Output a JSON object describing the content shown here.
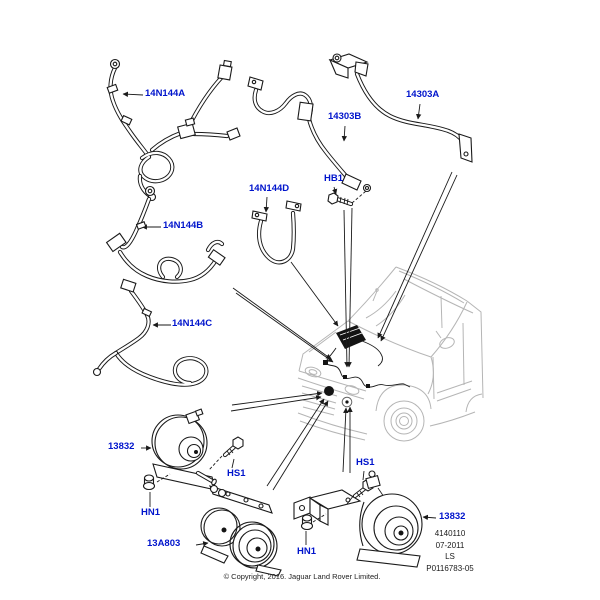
{
  "labels": {
    "p14n144a": "14N144A",
    "p14n144b": "14N144B",
    "p14n144c": "14N144C",
    "p14n144d": "14N144D",
    "p14303a": "14303A",
    "p14303b": "14303B",
    "hb1": "HB1",
    "hs1": "HS1",
    "hn1": "HN1",
    "p13832": "13832",
    "p13a803": "13A803"
  },
  "refblock": {
    "line1": "4140110",
    "line2": "07-2011",
    "line3": "LS",
    "line4": "P0116783-05"
  },
  "copyright": "© Copyright, 2016. Jaguar Land Rover Limited.",
  "colors": {
    "part_label_blue": "#0014cc",
    "line_black": "#1a1a1a",
    "vehicle_outline_gray": "#b5b5b5"
  }
}
